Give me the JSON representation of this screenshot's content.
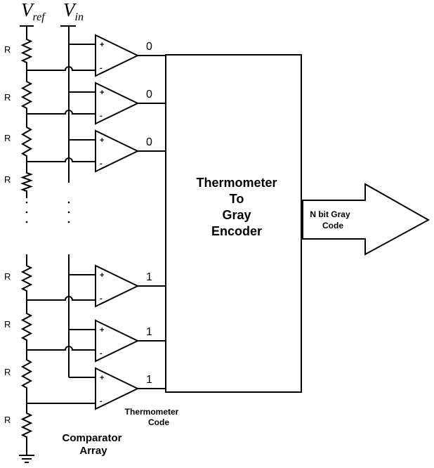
{
  "inputs": {
    "vref": {
      "main": "V",
      "sub": "ref"
    },
    "vin": {
      "main": "V",
      "sub": "in"
    }
  },
  "resistor_label": "R",
  "resistors": [
    "R",
    "R",
    "R",
    "R",
    "R",
    "R",
    "R",
    "R"
  ],
  "comparators": [
    {
      "plus": "+",
      "minus": "-",
      "output": "0"
    },
    {
      "plus": "+",
      "minus": "-",
      "output": "0"
    },
    {
      "plus": "+",
      "minus": "-",
      "output": "0"
    },
    {
      "plus": "+",
      "minus": "-",
      "output": "1"
    },
    {
      "plus": "+",
      "minus": "-",
      "output": "1"
    },
    {
      "plus": "+",
      "minus": "-",
      "output": "1"
    }
  ],
  "encoder": {
    "lines": [
      "Thermometer",
      "To",
      "Gray",
      "Encoder"
    ]
  },
  "output_arrow": {
    "lines": [
      "N bit Gray",
      "Code"
    ]
  },
  "thermometer_code": {
    "lines": [
      "Thermometer",
      "Code"
    ]
  },
  "comparator_array": {
    "lines": [
      "Comparator",
      "Array"
    ]
  },
  "continuation": "dots"
}
